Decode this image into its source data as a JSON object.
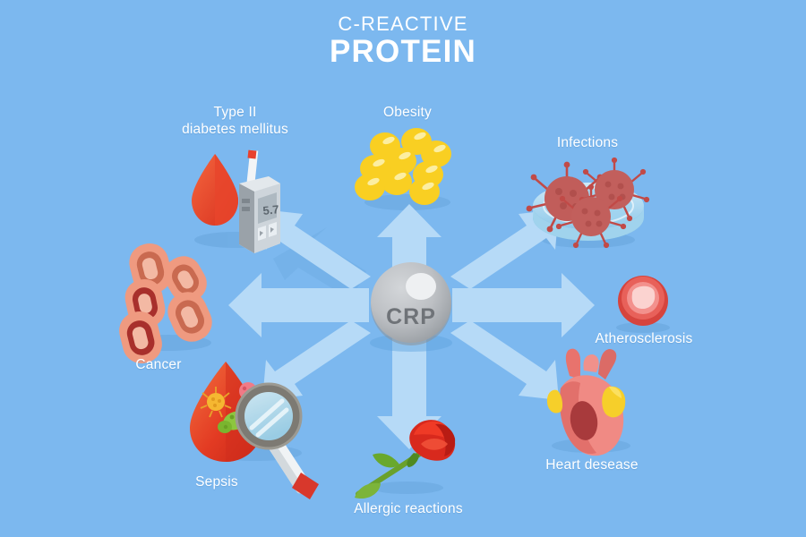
{
  "title": {
    "line1": "C-REACTIVE",
    "line2": "PROTEIN"
  },
  "center": {
    "label": "CRP",
    "shape": "sphere",
    "color": "#b9bcc0"
  },
  "colors": {
    "background": "#7cb8ef",
    "arrow": "#b6daf7",
    "arrow_shadow": "#6aa9e4",
    "text": "#ffffff",
    "blood_red": "#e8412e",
    "fat_yellow": "#f9cf22",
    "virus_red": "#d1534f",
    "cancer_salmon": "#ef9a80",
    "heart_pink": "#f2968f",
    "rose_red": "#e02418",
    "stem_green": "#5a8f2a",
    "device_grey": "#d7dce0"
  },
  "nodes": [
    {
      "id": "diabetes",
      "label": "Type II\ndiabetes mellitus",
      "icon": "blood-drop-glucometer-icon",
      "direction": "up-left"
    },
    {
      "id": "obesity",
      "label": "Obesity",
      "icon": "fat-cells-icon",
      "direction": "up"
    },
    {
      "id": "infections",
      "label": "Infections",
      "icon": "petri-dish-virus-icon",
      "direction": "up-right"
    },
    {
      "id": "atherosclerosis",
      "label": "Atherosclerosis",
      "icon": "artery-plaque-icon",
      "direction": "right"
    },
    {
      "id": "heart",
      "label": "Heart desease",
      "icon": "heart-icon",
      "direction": "down-right"
    },
    {
      "id": "allergy",
      "label": "Allergic reactions",
      "icon": "rose-flower-icon",
      "direction": "down"
    },
    {
      "id": "sepsis",
      "label": "Sepsis",
      "icon": "blood-drop-magnifier-icon",
      "direction": "down-left"
    },
    {
      "id": "cancer",
      "label": "Cancer",
      "icon": "cancer-cells-icon",
      "direction": "left"
    }
  ]
}
